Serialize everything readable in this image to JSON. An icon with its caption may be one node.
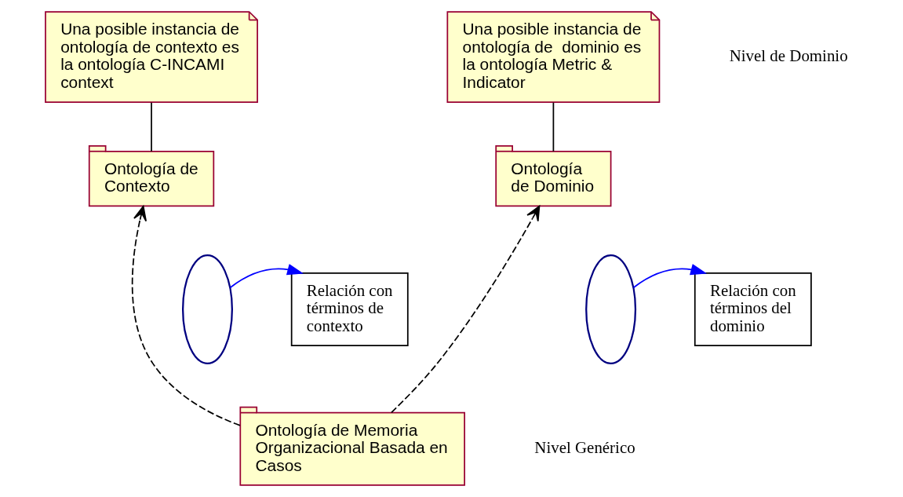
{
  "diagram": {
    "nodes": [
      {
        "text": [
          "Una posible instancia de ontología de contexto es la ontología C-INCAMI context"
        ]
      },
      {
        "text": [
          "Una posible instancia de ontología de  dominio es la ontología Metric & Indicator"
        ]
      },
      {
        "text": [
          "Ontología de Contexto"
        ]
      },
      {
        "text": [
          "Ontología de Dominio"
        ]
      },
      {
        "text": [
          "Relación con términos de contexto"
        ]
      },
      {
        "text": [],
        "shape": "ellipse"
      },
      {
        "text": [],
        "shape": "ellipse"
      },
      {
        "text": [
          "Relación con términos del dominio"
        ]
      },
      {
        "text": [
          "Ontología de Memoria Organizacional Basada en Casos"
        ]
      }
    ],
    "edges": [
      {
        "from": 0,
        "to": 2,
        "arrow": "none"
      },
      {
        "from": 1,
        "to": 3,
        "arrow": "none"
      },
      {
        "from": 8,
        "to": 2,
        "arrow": "to",
        "style": "dashed"
      },
      {
        "from": 8,
        "to": 3,
        "arrow": "to",
        "style": "dashed"
      },
      {
        "from": 5,
        "to": 4,
        "arrow": "to",
        "color": "#0000ff"
      },
      {
        "from": 6,
        "to": 7,
        "arrow": "to",
        "color": "#0000ff"
      }
    ],
    "labels": [
      "Nivel de Dominio",
      "Nivel Genérico"
    ]
  }
}
